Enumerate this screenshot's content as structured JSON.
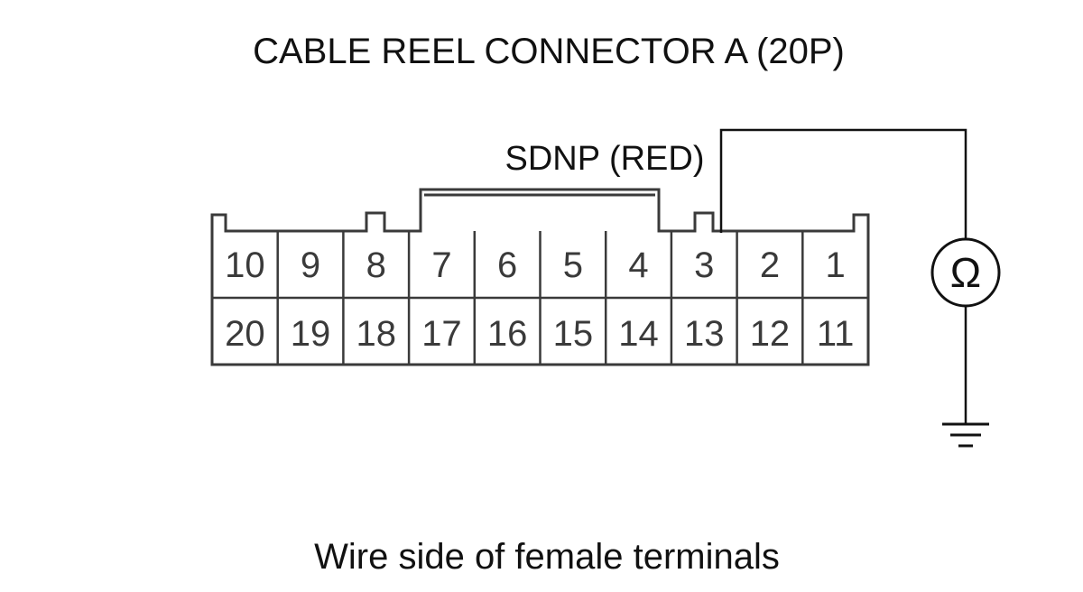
{
  "title": "CABLE REEL CONNECTOR A (20P)",
  "wire_label": "SDNP (RED)",
  "caption": "Wire side of female terminals",
  "meter_symbol": "Ω",
  "connector": {
    "top_row": [
      "10",
      "9",
      "8",
      "7",
      "6",
      "5",
      "4",
      "3",
      "2",
      "1"
    ],
    "bottom_row": [
      "20",
      "19",
      "18",
      "17",
      "16",
      "15",
      "14",
      "13",
      "12",
      "11"
    ],
    "probe_pin": "3"
  },
  "icons": {
    "meter": "ohmmeter-icon",
    "ground": "ground-icon"
  },
  "colors": {
    "line": "#111111",
    "connector_outline": "#3a3a3a",
    "pin_text": "#3a3a3a"
  }
}
